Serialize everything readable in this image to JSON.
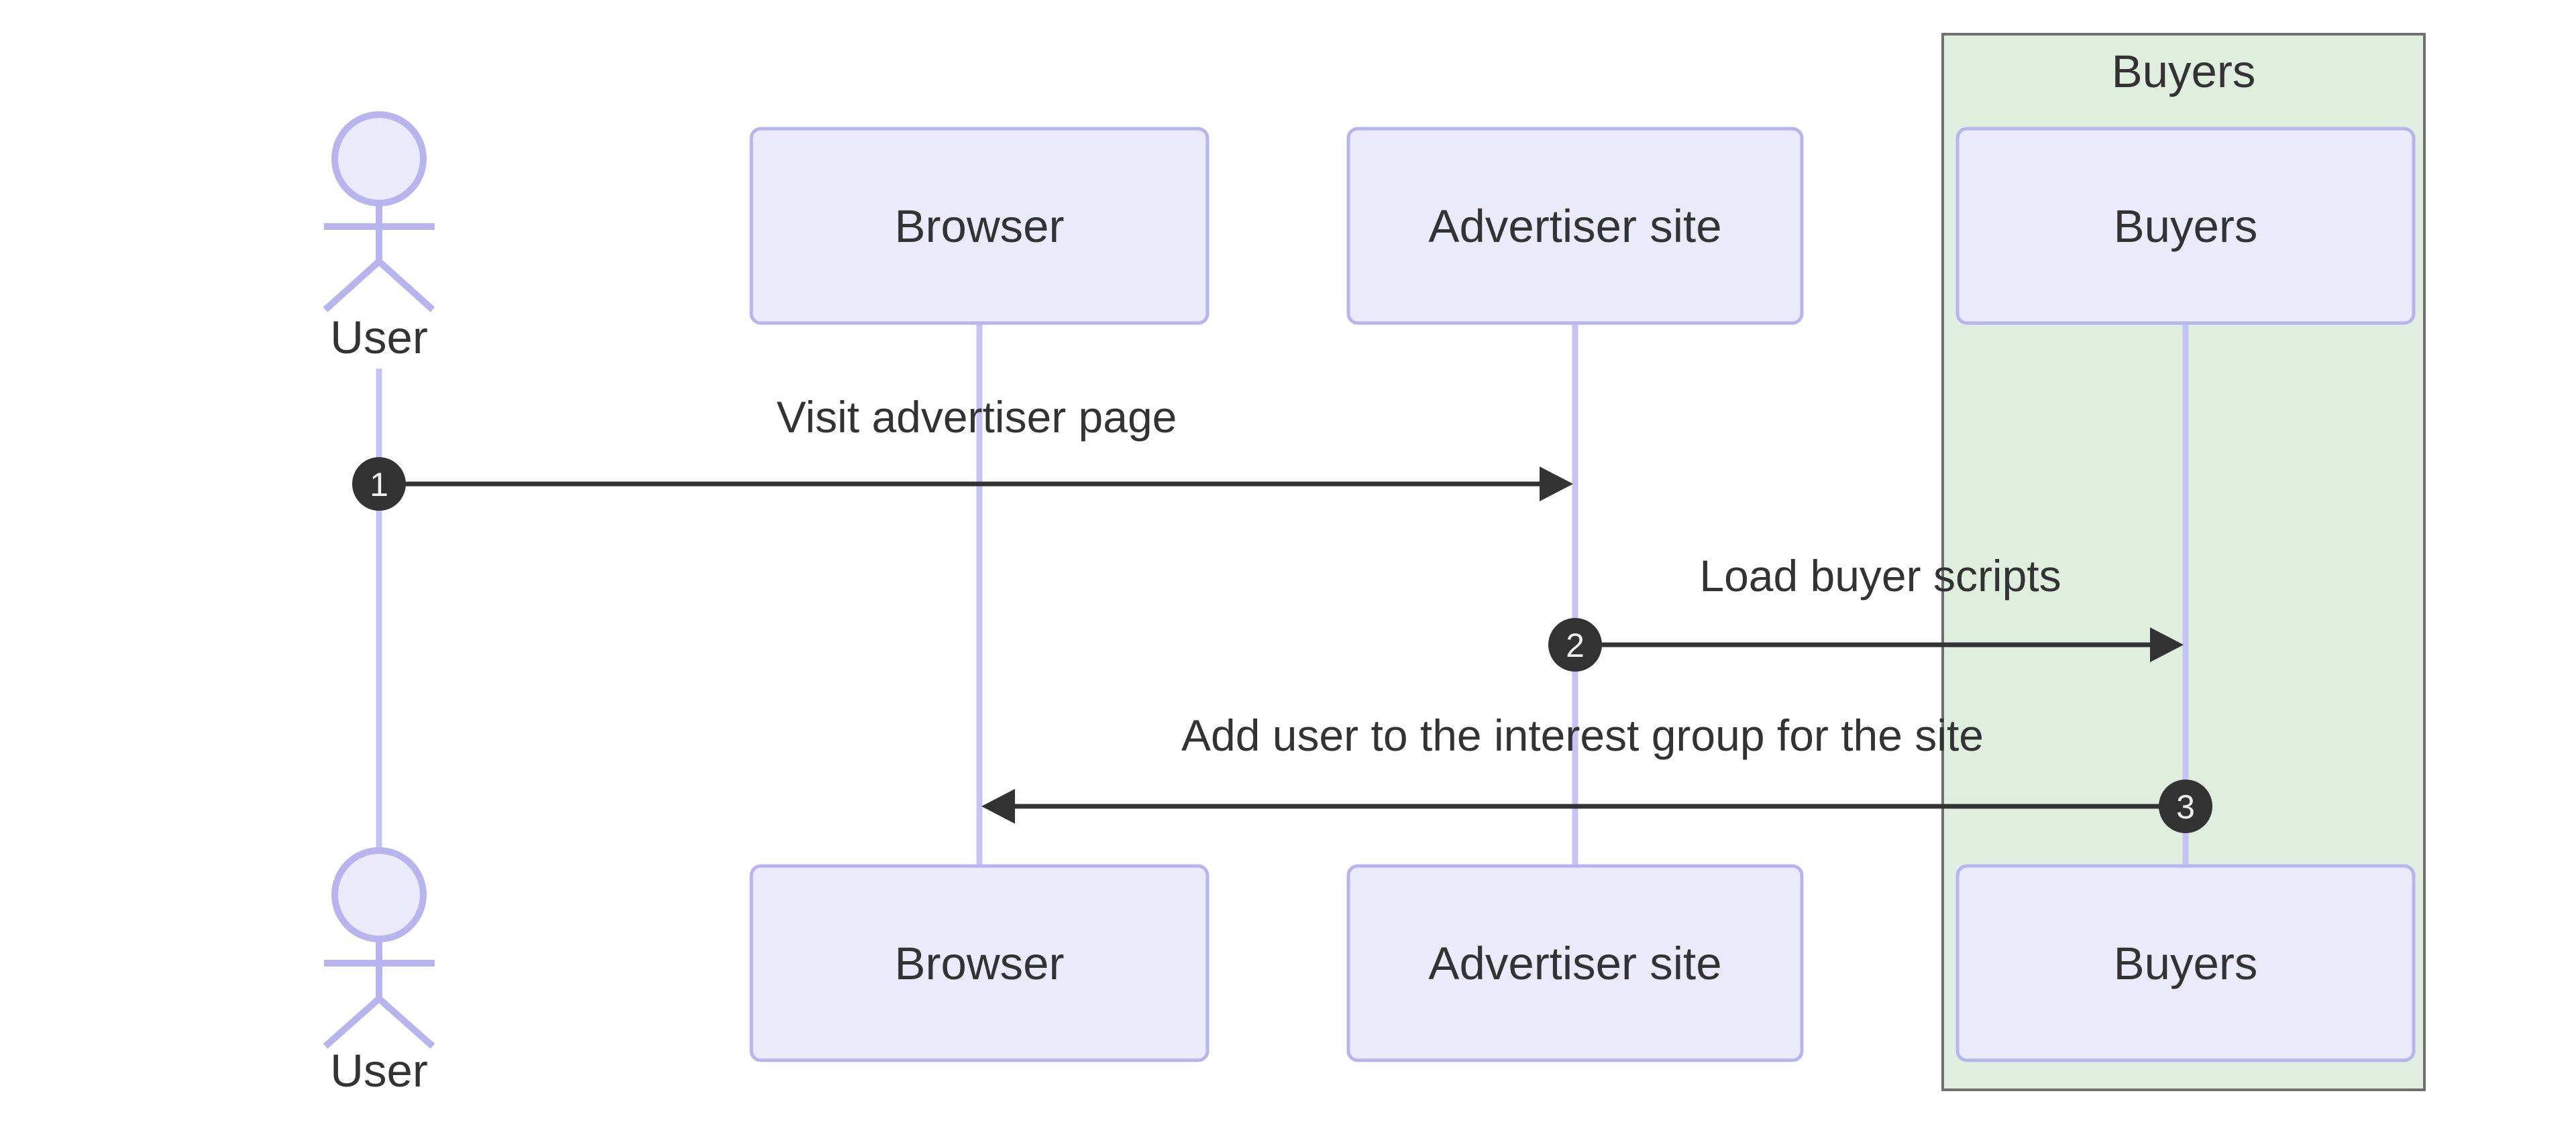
{
  "diagram": {
    "type": "sequence-diagram",
    "background_color": "#ffffff",
    "colors": {
      "participant_fill": "#EAEAFB",
      "participant_border": "#B7B4EE",
      "lifeline": "#C5C3F3",
      "group_fill": "#DFEEDF",
      "group_border": "#707070",
      "text": "#333333",
      "arrow": "#333333",
      "badge_fill": "#333333",
      "badge_text": "#F0F0F0"
    },
    "actor": {
      "label": "User"
    },
    "participants": [
      {
        "label": "Browser"
      },
      {
        "label": "Advertiser site"
      },
      {
        "label": "Buyers"
      }
    ],
    "group": {
      "label": "Buyers"
    },
    "messages": [
      {
        "number": "1",
        "label": "Visit advertiser page",
        "from": "User",
        "to": "Advertiser site"
      },
      {
        "number": "2",
        "label": "Load buyer scripts",
        "from": "Advertiser site",
        "to": "Buyers"
      },
      {
        "number": "3",
        "label": "Add user to the interest group for the site",
        "from": "Buyers",
        "to": "Browser"
      }
    ]
  }
}
